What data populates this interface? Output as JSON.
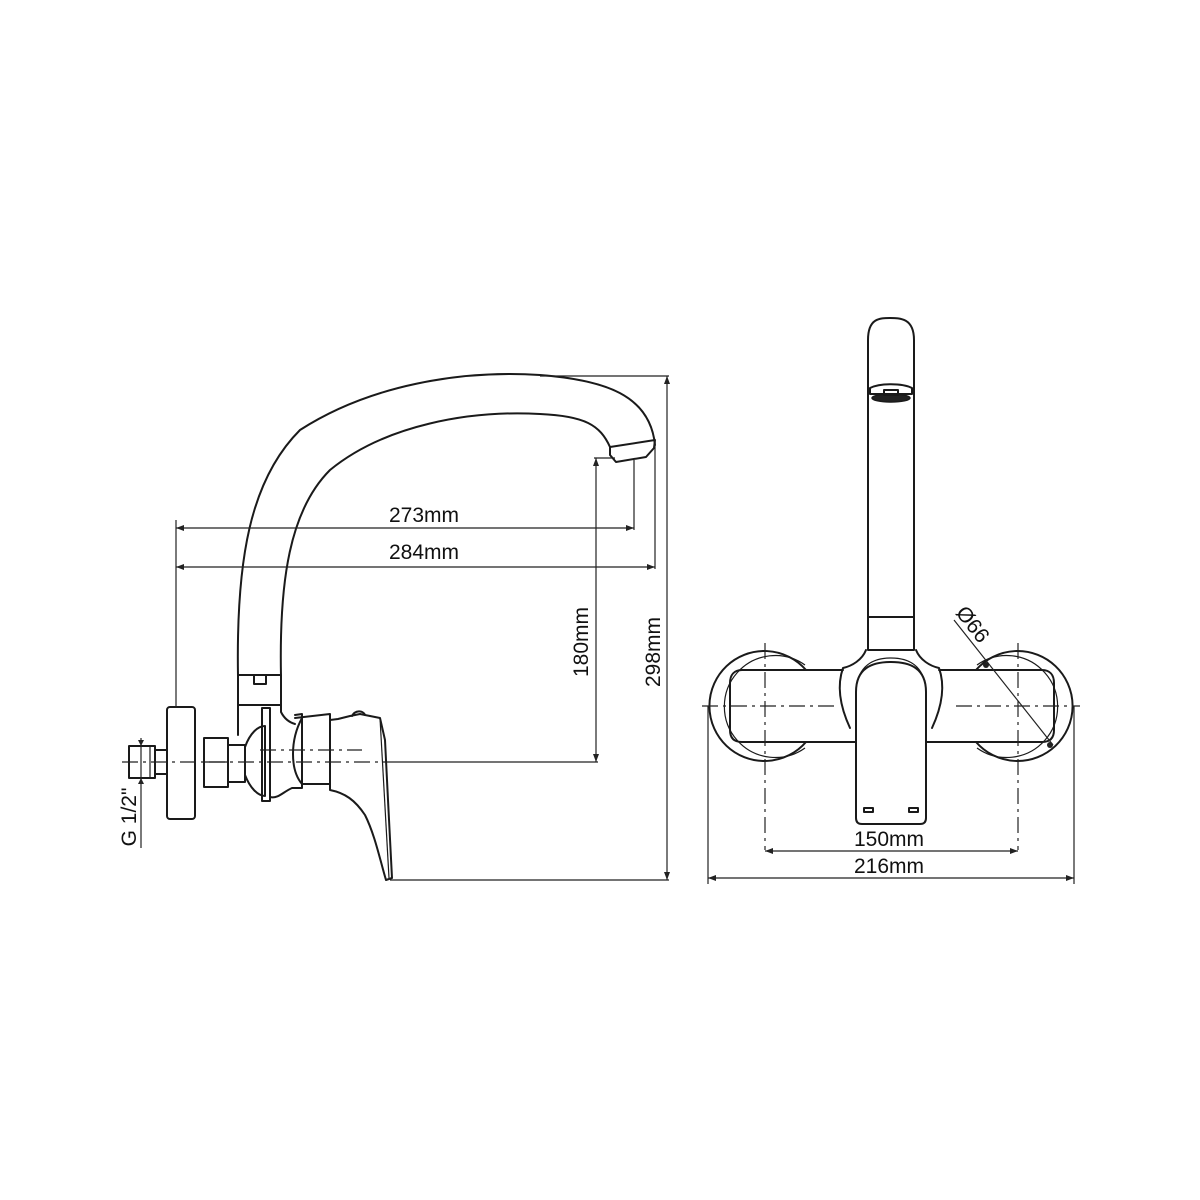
{
  "drawing": {
    "subject": "Wall-mounted single lever mixer tap with swivel spout",
    "views": [
      {
        "name": "side-view",
        "dimensions": {
          "spout_reach_inner": "273mm",
          "spout_reach_outer": "284mm",
          "outlet_height_above_inlet": "180mm",
          "total_height": "298mm",
          "inlet_thread": "G 1/2\""
        }
      },
      {
        "name": "front-view",
        "dimensions": {
          "flange_diameter": "Ø66",
          "inlet_centres": "150mm",
          "overall_width": "216mm"
        }
      }
    ],
    "colors": {
      "line": "#1a1a1a",
      "background": "#ffffff"
    }
  }
}
